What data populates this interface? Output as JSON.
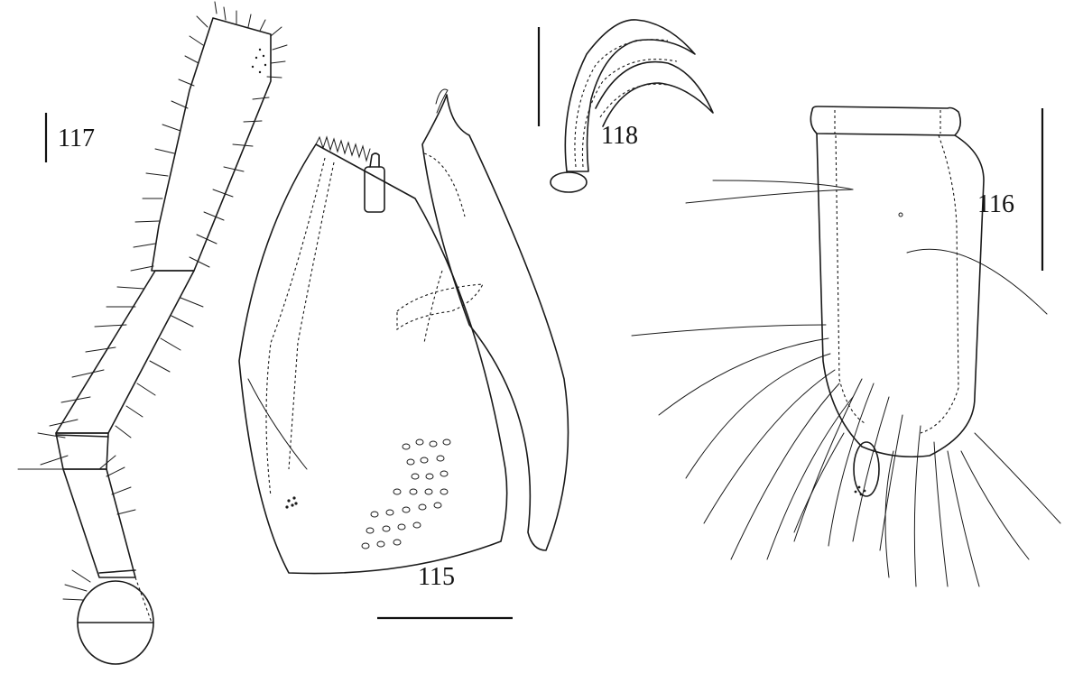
{
  "plate": {
    "figures": [
      {
        "id": "fig-115",
        "label": "115"
      },
      {
        "id": "fig-116",
        "label": "116"
      },
      {
        "id": "fig-117",
        "label": "117"
      },
      {
        "id": "fig-118",
        "label": "118"
      }
    ]
  }
}
